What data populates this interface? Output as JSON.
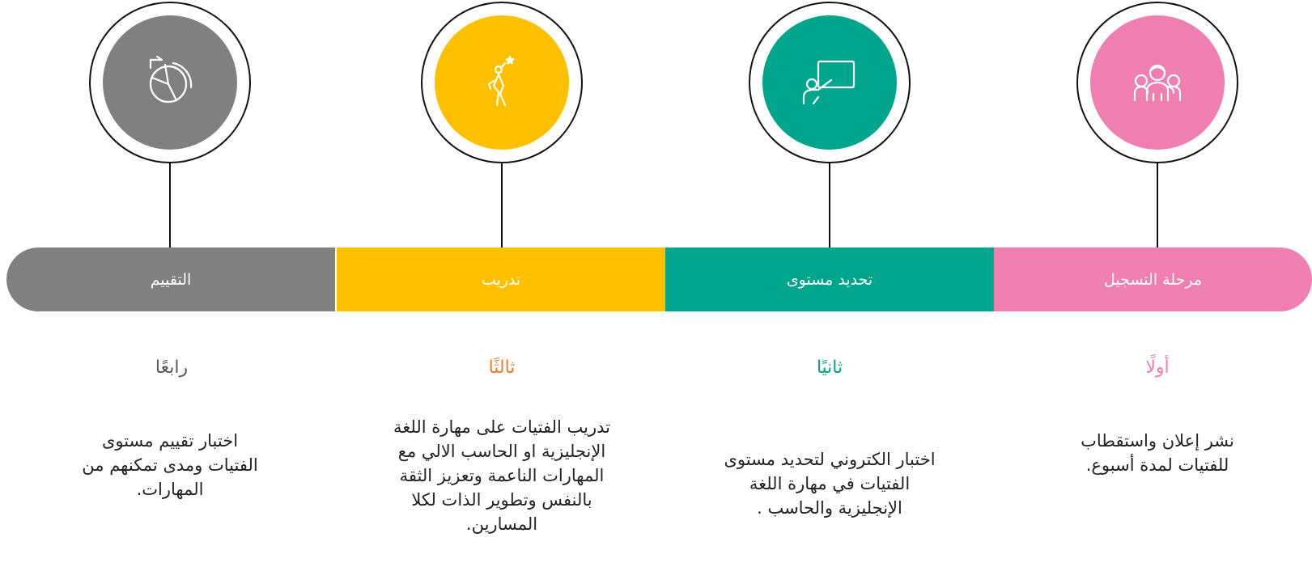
{
  "stages": [
    {
      "title": "مرحلة التسجيل",
      "ordinal": "أولًا",
      "description_lines": [
        "نشر إعلان واستقطاب",
        "للفتيات لمدة أسبوع."
      ],
      "color": "#EE7FB0",
      "ordinal_color": "#EE7FB0",
      "icon": "team-icon"
    },
    {
      "title": "تحديد مستوى",
      "ordinal": "ثانيًا",
      "description_lines": [
        "اختبار الكتروني لتحديد مستوى",
        "الفتيات في مهارة اللغة",
        "الإنجليزية والحاسب ."
      ],
      "color": "#00A58D",
      "ordinal_color": "#00A58D",
      "icon": "presentation-board-icon"
    },
    {
      "title": "تدريب",
      "ordinal": "ثالثًا",
      "description_lines": [
        "تدريب الفتيات على مهارة اللغة",
        "الإنجليزية او الحاسب الالي مع",
        "المهارات الناعمة وتعزيز الثقة",
        "بالنفس وتطوير الذات لكلا",
        "المسارين."
      ],
      "color": "#FFC000",
      "ordinal_color": "#ED7D31",
      "icon": "achievement-person-icon"
    },
    {
      "title": "التقييم",
      "ordinal": "رابعًا",
      "description_lines": [
        "اختبار تقييم مستوى",
        "الفتيات ومدى تمكنهم من",
        "المهارات."
      ],
      "color": "#808080",
      "ordinal_color": "#595959",
      "icon": "radar-evaluation-icon"
    }
  ]
}
